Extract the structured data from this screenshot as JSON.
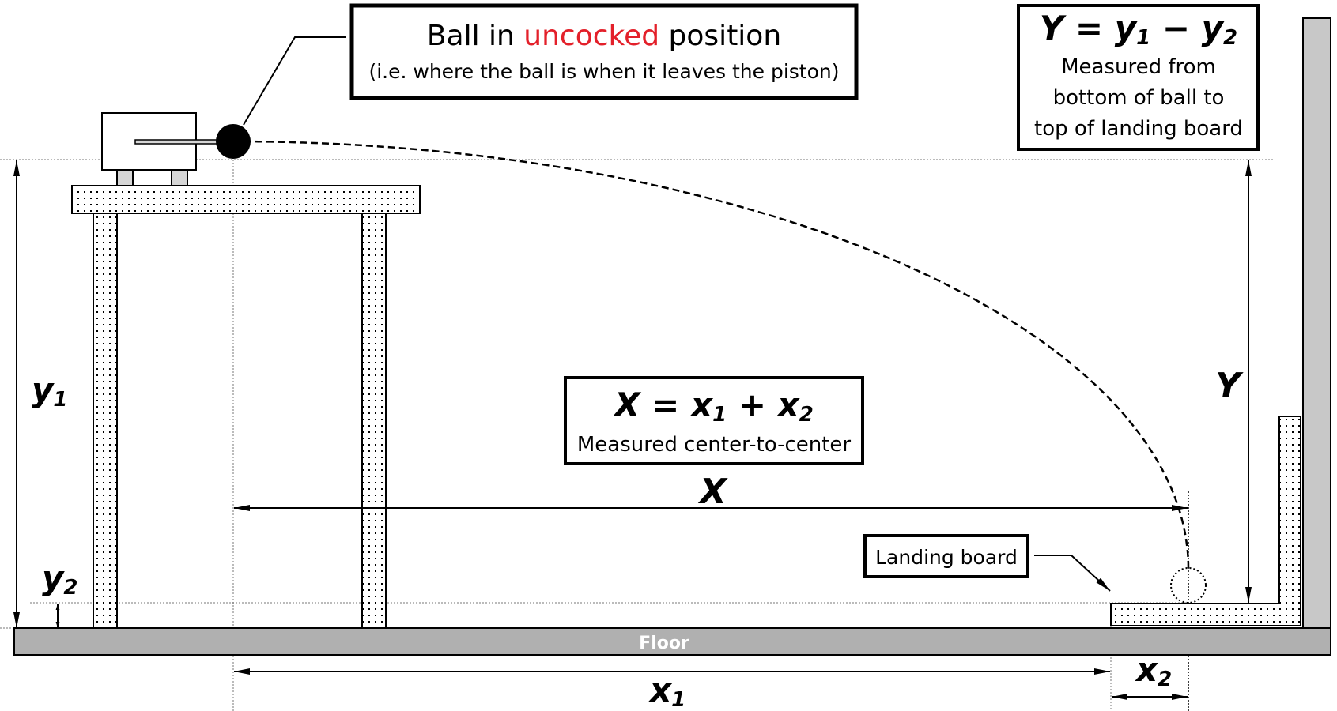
{
  "title_box": {
    "prefix": "Ball in ",
    "highlight": "uncocked",
    "suffix": " position",
    "subtitle": "(i.e. where the ball is when it leaves the piston)",
    "highlight_color": "#e3202a"
  },
  "y_box": {
    "eq_lhs": "Y",
    "eq_eq": "=",
    "eq_a": "y",
    "eq_a_sub": "1",
    "eq_op": "−",
    "eq_b": "y",
    "eq_b_sub": "2",
    "line1": "Measured from",
    "line2": "bottom of ball to",
    "line3": "top of landing board"
  },
  "x_box": {
    "eq_lhs": "X",
    "eq_eq": "=",
    "eq_a": "x",
    "eq_a_sub": "1",
    "eq_op": "+",
    "eq_b": "x",
    "eq_b_sub": "2",
    "line1": "Measured center-to-center"
  },
  "labels": {
    "X": "X",
    "Y": "Y",
    "y1": "y",
    "y1_sub": "1",
    "y2": "y",
    "y2_sub": "2",
    "x1": "x",
    "x1_sub": "1",
    "x2": "x",
    "x2_sub": "2",
    "floor": "Floor",
    "landing_board": "Landing board"
  },
  "colors": {
    "floor": "#b0b0b0",
    "wall": "#c8c8c8",
    "feet": "#d6d6d6",
    "ink": "#000000"
  }
}
